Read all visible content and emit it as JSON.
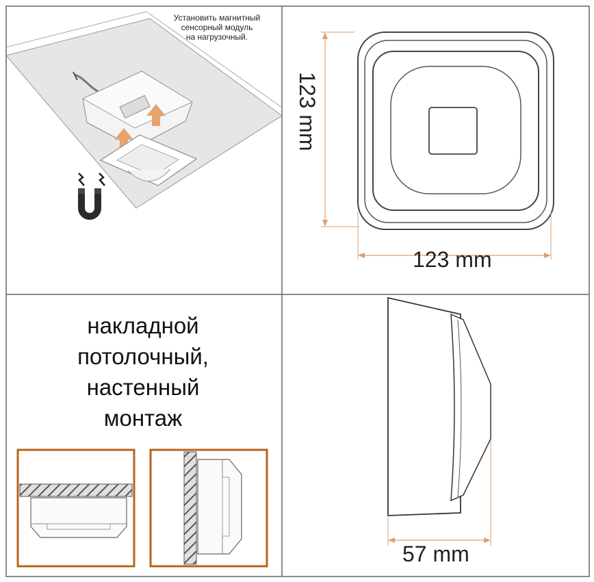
{
  "installation": {
    "note_lines": [
      "Установить магнитный",
      "сенсорный модуль",
      "на нагрузочный."
    ]
  },
  "front_view": {
    "width_label": "123 mm",
    "height_label": "123 mm"
  },
  "mounting": {
    "lines": [
      "накладной",
      "потолочный,",
      "настенный",
      "монтаж"
    ],
    "frame_color": "#b5651d"
  },
  "side_view": {
    "depth_label": "57 mm"
  },
  "colors": {
    "dimension_line": "#d9a173",
    "outline": "#333333",
    "arrow": "#e8a36b"
  }
}
